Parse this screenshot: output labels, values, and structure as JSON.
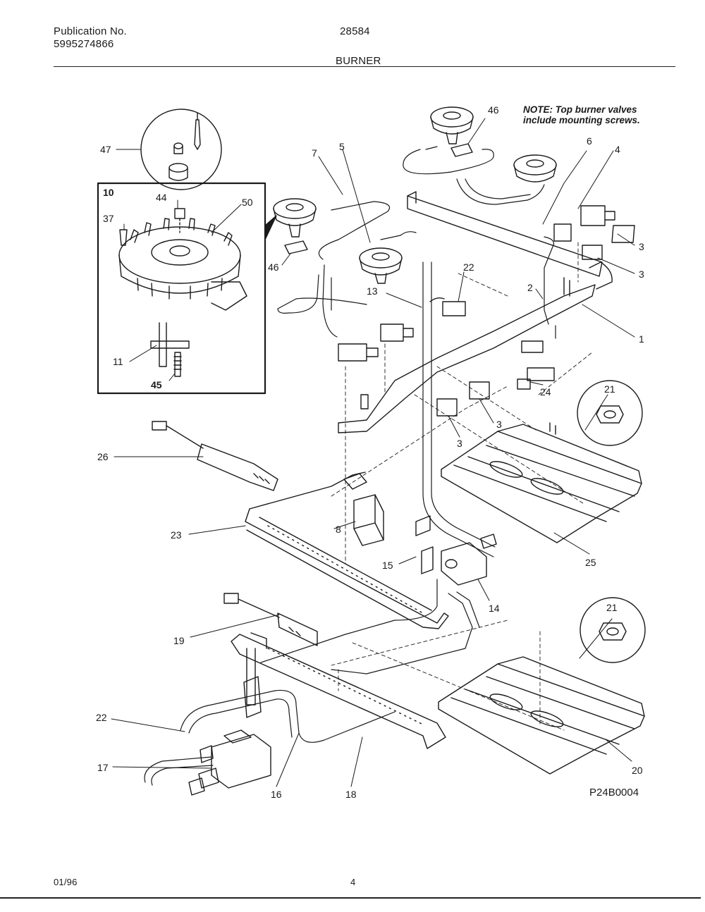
{
  "header": {
    "publication_label": "Publication No.",
    "publication_number": "5995274866",
    "model": "28584",
    "section": "BURNER"
  },
  "note": {
    "line1": "NOTE: Top burner valves",
    "line2": "include mounting screws."
  },
  "callouts": {
    "c47": "47",
    "c10": "10",
    "c44": "44",
    "c37": "37",
    "c50": "50",
    "c11": "11",
    "c45": "45",
    "c7": "7",
    "c5": "5",
    "c46a": "46",
    "c46b": "46",
    "c6": "6",
    "c4": "4",
    "c3a": "3",
    "c3b": "3",
    "c3c": "3",
    "c3d": "3",
    "c2": "2",
    "c1": "1",
    "c22a": "22",
    "c13": "13",
    "c24": "24",
    "c21a": "21",
    "c21b": "21",
    "c26": "26",
    "c23": "23",
    "c8": "8",
    "c15": "15",
    "c14": "14",
    "c25": "25",
    "c19": "19",
    "c22b": "22",
    "c17": "17",
    "c16": "16",
    "c18": "18",
    "c20": "20"
  },
  "diagram_code": "P24B0004",
  "footer": {
    "date": "01/96",
    "page": "4"
  }
}
